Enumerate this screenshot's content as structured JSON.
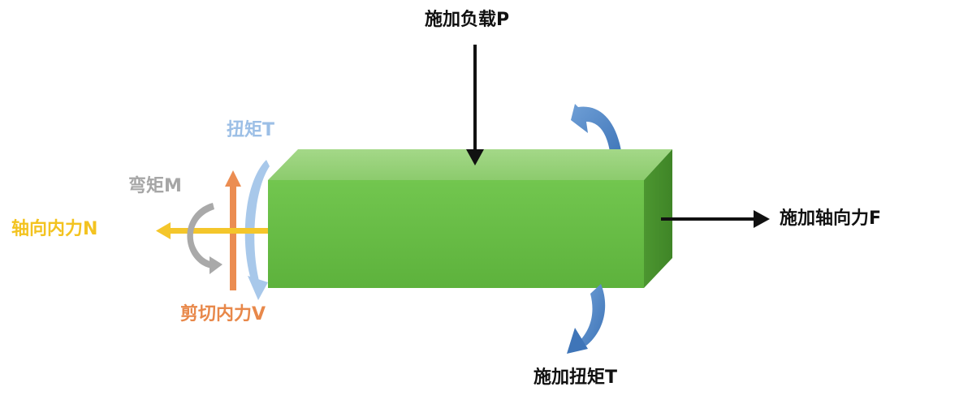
{
  "labels": {
    "load_p": "施加负载P",
    "axial_force_f": "施加轴向力F",
    "applied_torque_t": "施加扭矩T",
    "torque_t": "扭矩T",
    "moment_m": "弯矩M",
    "axial_internal_n": "轴向内力N",
    "shear_internal_v": "剪切内力V"
  },
  "colors": {
    "beam_front": "#6cc24a",
    "beam_top": "#93d074",
    "beam_side": "#4f9a32",
    "load_arrow": "#111111",
    "applied_torque": "#4f86c6",
    "torque_t": "#9cbfe6",
    "moment_m": "#a6a6a6",
    "axial_n": "#f3c320",
    "shear_v": "#e8884a"
  }
}
